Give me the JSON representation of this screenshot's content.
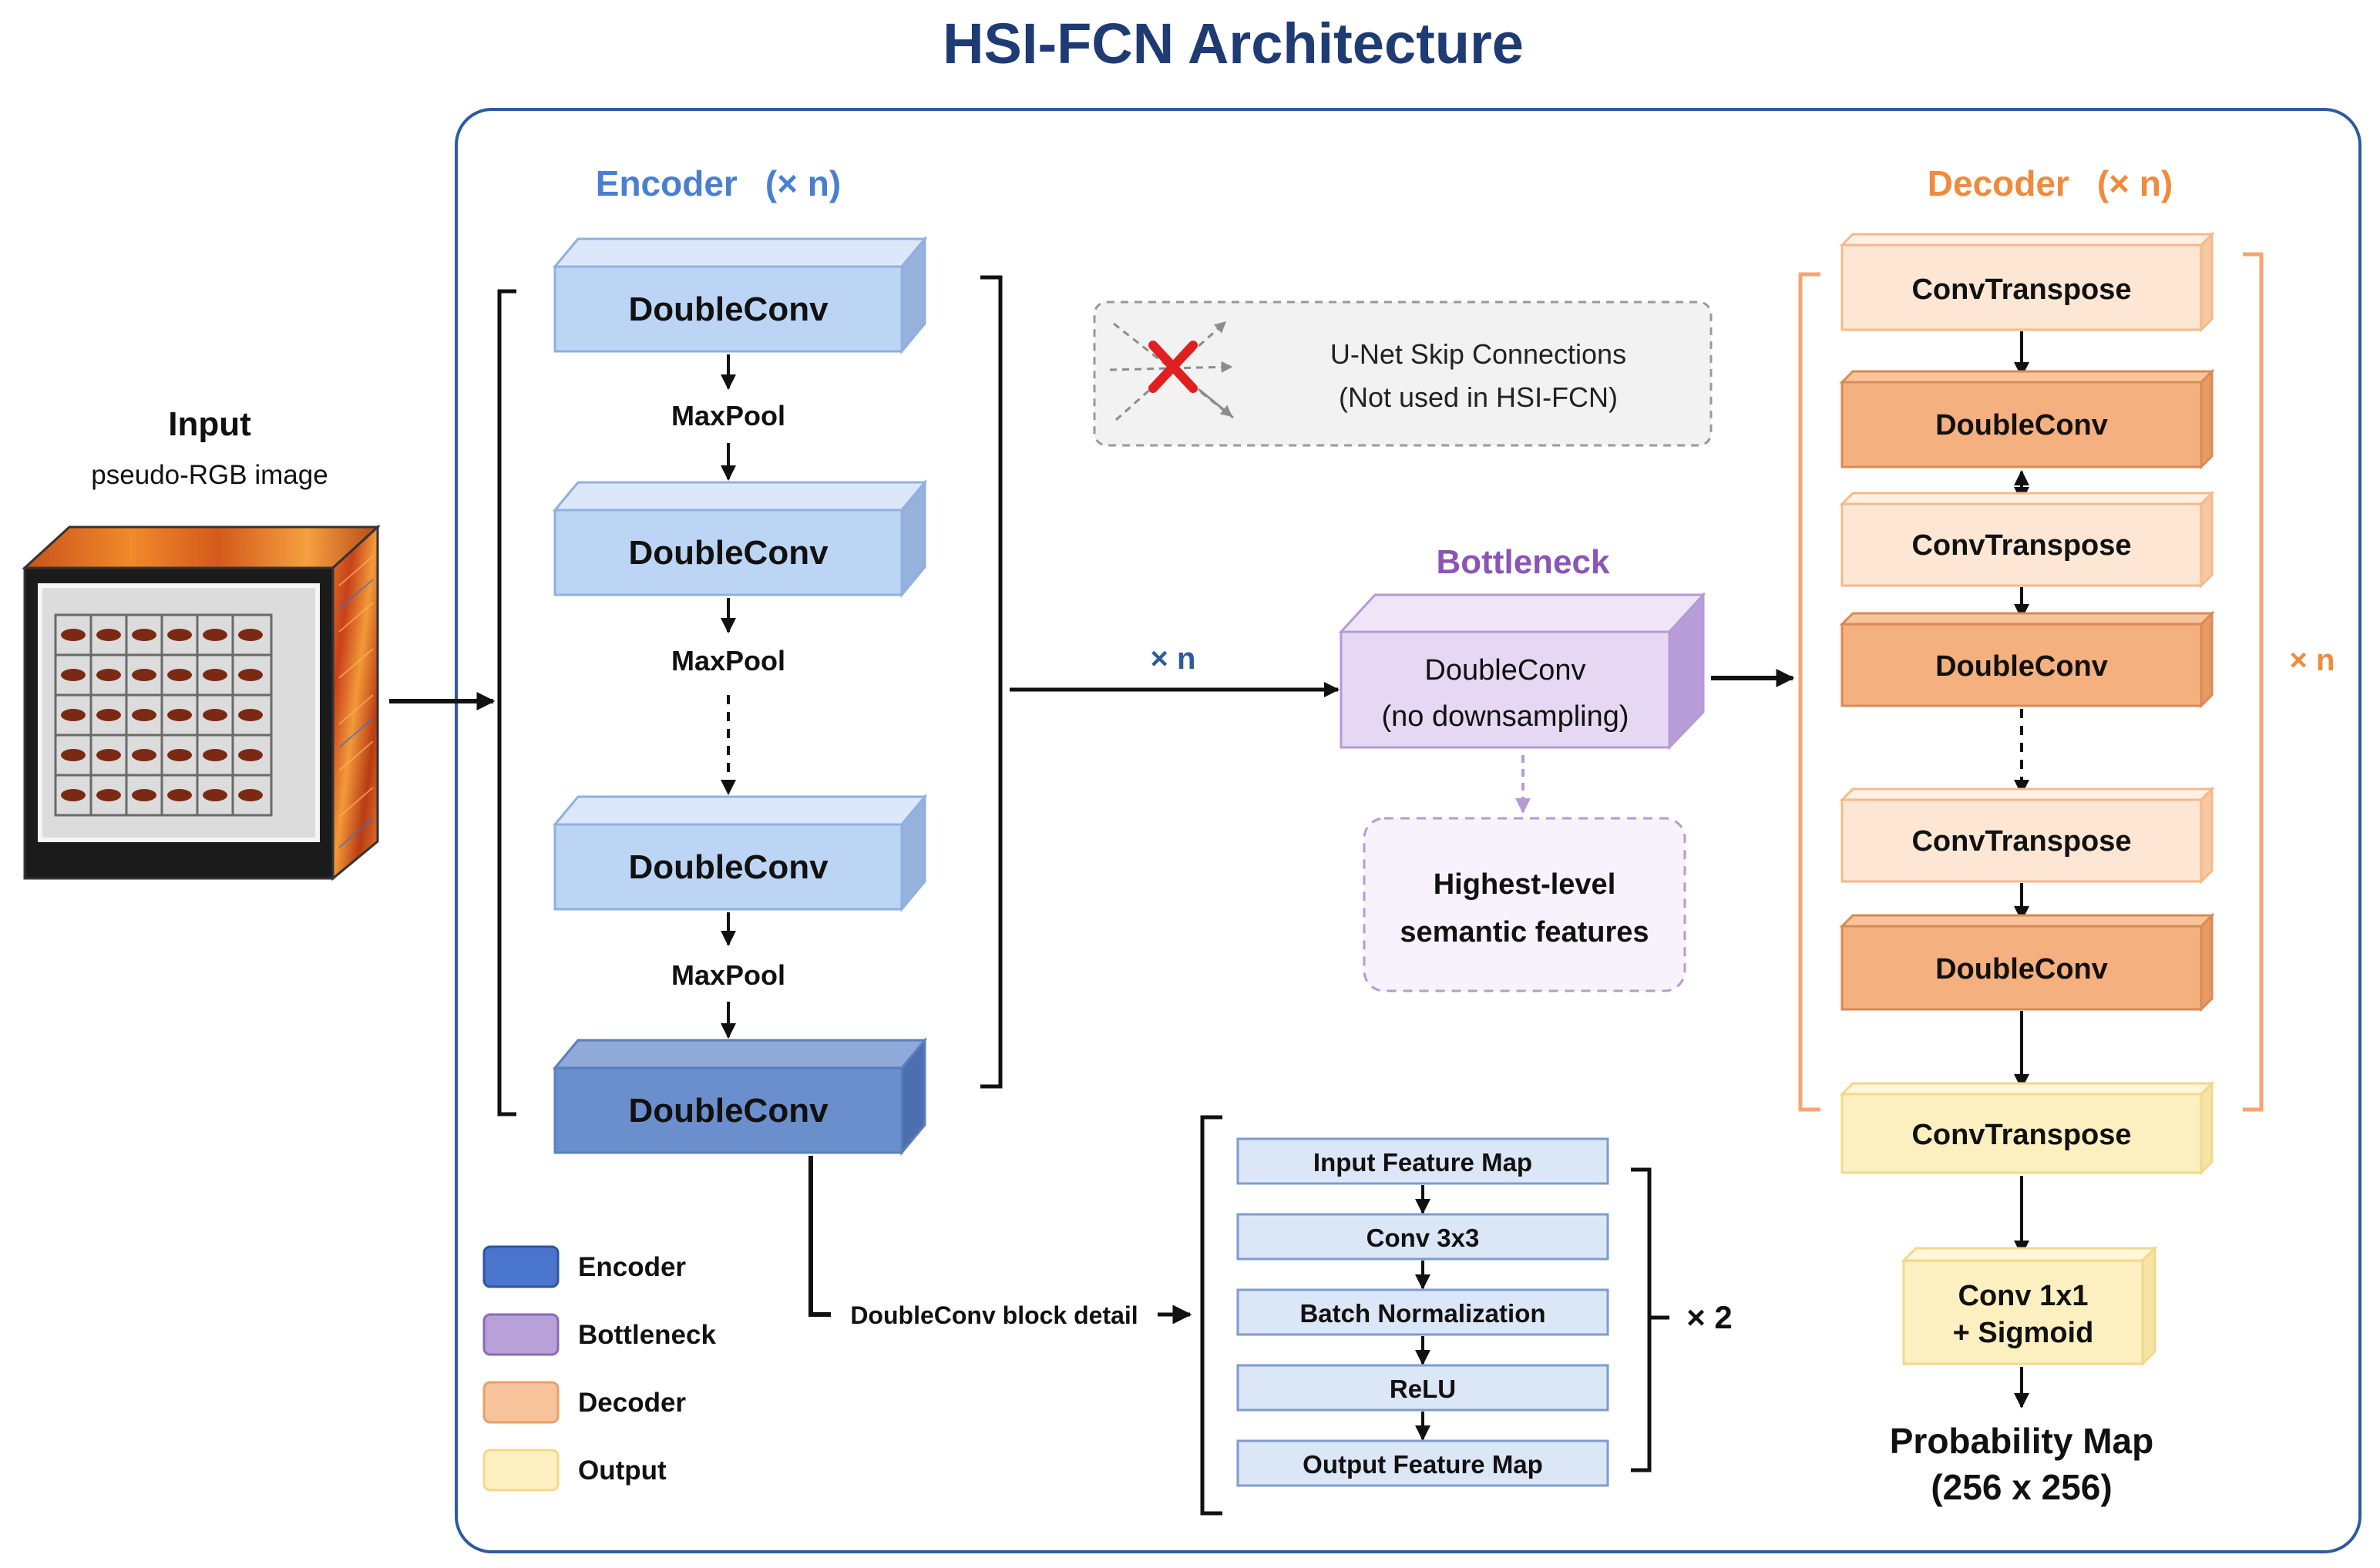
{
  "title": "HSI-FCN Architecture",
  "input": {
    "label": "Input",
    "sublabel": "pseudo-RGB image"
  },
  "encoder": {
    "header": "Encoder",
    "repeat": "(× n)",
    "blocks": [
      "DoubleConv",
      "DoubleConv",
      "DoubleConv",
      "DoubleConv"
    ],
    "pool_labels": [
      "MaxPool",
      "MaxPool",
      "MaxPool"
    ]
  },
  "skip_note": {
    "line1": "U-Net Skip Connections",
    "line2": "(Not used in HSI-FCN)"
  },
  "bottleneck": {
    "header": "Bottleneck",
    "line1": "DoubleConv",
    "line2": "(no downsampling)",
    "arrow_label": "× n",
    "note_line1": "Highest-level",
    "note_line2": "semantic features"
  },
  "decoder": {
    "header": "Decoder",
    "repeat": "(× n)",
    "side_label": "× n",
    "blocks": [
      "ConvTranspose",
      "DoubleConv",
      "ConvTranspose",
      "DoubleConv",
      "ConvTranspose",
      "DoubleConv",
      "ConvTranspose"
    ]
  },
  "output": {
    "conv_line1": "Conv 1x1",
    "conv_line2": "+ Sigmoid",
    "result_line1": "Probability Map",
    "result_line2": "(256 x 256)"
  },
  "detail": {
    "label": "DoubleConv block detail",
    "steps": [
      "Input Feature Map",
      "Conv 3x3",
      "Batch Normalization",
      "ReLU",
      "Output Feature Map"
    ],
    "repeat": "× 2"
  },
  "legend": [
    {
      "label": "Encoder",
      "color": "#4a75cc"
    },
    {
      "label": "Bottleneck",
      "color": "#b8a0d8"
    },
    {
      "label": "Decoder",
      "color": "#f7c39b"
    },
    {
      "label": "Output",
      "color": "#fdf0c0"
    }
  ],
  "colors": {
    "title": "#1f3b73",
    "frame": "#2e5b9e",
    "encoder_header": "#4a7fd0",
    "bottleneck_header": "#8a55b5",
    "decoder_header": "#f08a3c",
    "bottleneck_arrow_label": "#2e5b9e",
    "encoder_fill": "#bcd5f5",
    "encoder_dark_fill": "#6b8fcc",
    "bottleneck_fill": "#e6d8f3",
    "convtranspose_fill": "#fde7d4",
    "doubleconv_dec_fill": "#f5b07f",
    "output_fill": "#fdf0c0",
    "detail_fill": "#dbe6f7"
  }
}
